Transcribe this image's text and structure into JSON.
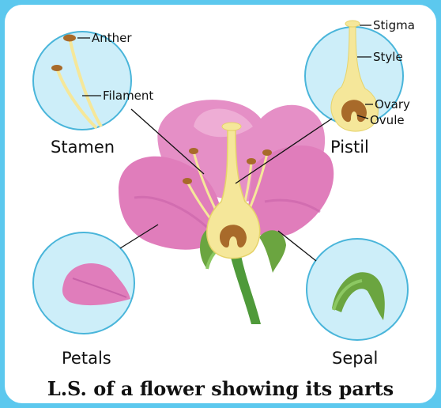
{
  "labels": {
    "anther": "Anther",
    "filament": "Filament",
    "stamen": "Stamen",
    "stigma": "Stigma",
    "style": "Style",
    "ovary": "Ovary",
    "ovule": "Ovule",
    "pistil": "Pistil",
    "petals": "Petals",
    "sepal": "Sepal"
  },
  "caption": "L.S. of a flower showing its parts",
  "colors": {
    "border": "#5cc8ee",
    "circle_fill": "#cdeef9",
    "circle_stroke": "#49b5da",
    "petal": "#e58fc6",
    "petal_dark": "#c862a8",
    "pistil": "#f5e79a",
    "ovary": "#a86a2a",
    "sepal": "#6ba540",
    "stem": "#4f9a3a"
  }
}
